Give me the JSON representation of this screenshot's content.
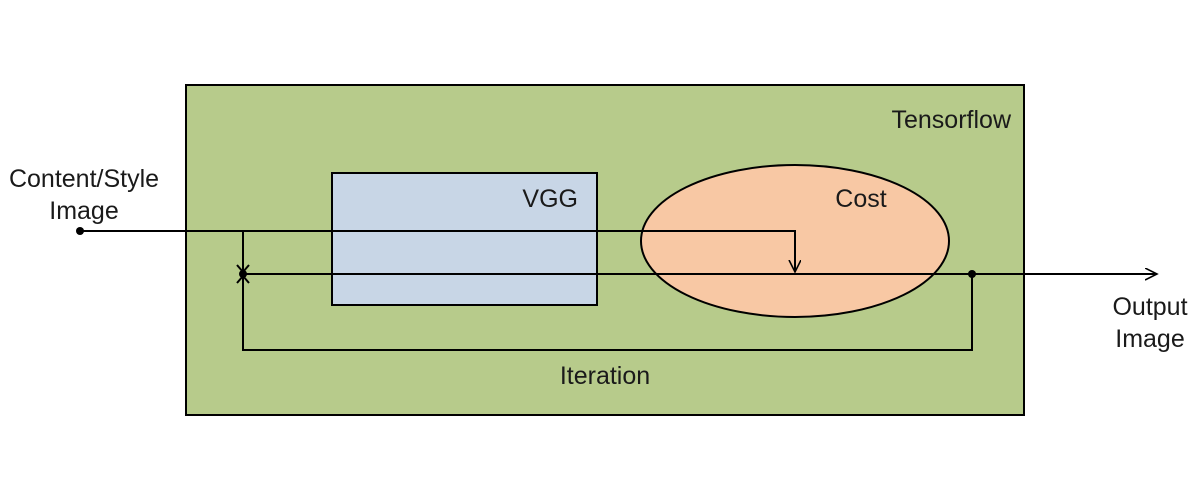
{
  "diagram": {
    "framework": {
      "label": "Tensorflow",
      "color": "#b7cb8b"
    },
    "vgg": {
      "label": "VGG",
      "color": "#c8d6e6"
    },
    "cost": {
      "label": "Cost",
      "color": "#f8c8a4"
    },
    "input": {
      "line1": "Content/Style",
      "line2": "Image"
    },
    "output": {
      "line1": "Output",
      "line2": "Image"
    },
    "loop": {
      "label": "Iteration"
    }
  }
}
